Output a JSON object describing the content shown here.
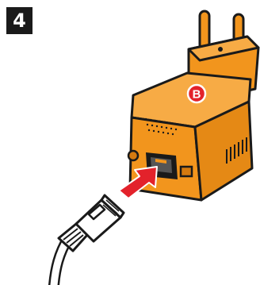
{
  "step": {
    "number": "4"
  },
  "device": {
    "badge_letter": "B"
  },
  "colors": {
    "device_orange": "#f2951d",
    "device_shadow": "#d47a10",
    "outline": "#1a1a1a",
    "arrow_red": "#e3222b",
    "badge_red": "#e3222b",
    "cable_white": "#ffffff"
  },
  "icons": {
    "step_badge": "step-number-badge",
    "adapter": "powerline-adapter-illustration",
    "plug": "european-plug-pins",
    "port": "ethernet-port",
    "arrow": "insert-arrow",
    "cable": "ethernet-cable-rj45"
  }
}
